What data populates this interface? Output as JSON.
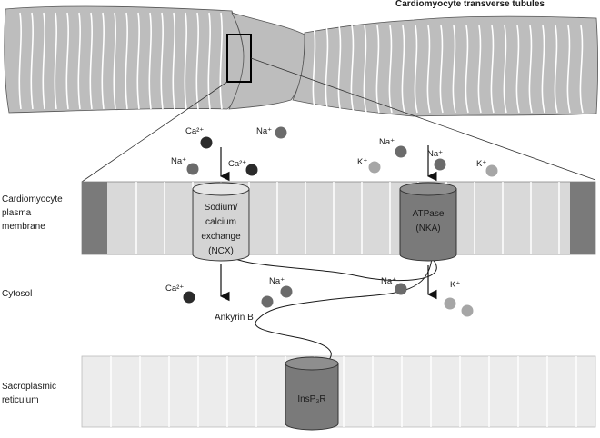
{
  "title": "Cardiomyocyte transverse tubules",
  "regions": {
    "membrane": "Cardiomyocyte plasma membrane",
    "membrane_lines": [
      "Cardiomyocyte",
      "plasma",
      "membrane"
    ],
    "cytosol": "Cytosol",
    "sr_lines": [
      "Sacroplasmic",
      "reticulum"
    ]
  },
  "proteins": {
    "ncx_lines": [
      "Sodium/",
      "calcium",
      "exchange",
      "(NCX)"
    ],
    "nka_lines": [
      "ATPase",
      "(NKA)"
    ],
    "ip3r": "InsP₃R",
    "ankyrin": "Ankyrin B"
  },
  "ions": {
    "ca": "Ca²⁺",
    "na": "Na⁺",
    "k": "K⁺"
  },
  "colors": {
    "ca": "#2b2b2b",
    "na": "#6b6b6b",
    "k": "#a6a6a6",
    "membrane_light": "#d9d9d9",
    "membrane_dark": "#7a7a7a",
    "sr": "#ececec",
    "tissue": "#bdbdbd"
  }
}
